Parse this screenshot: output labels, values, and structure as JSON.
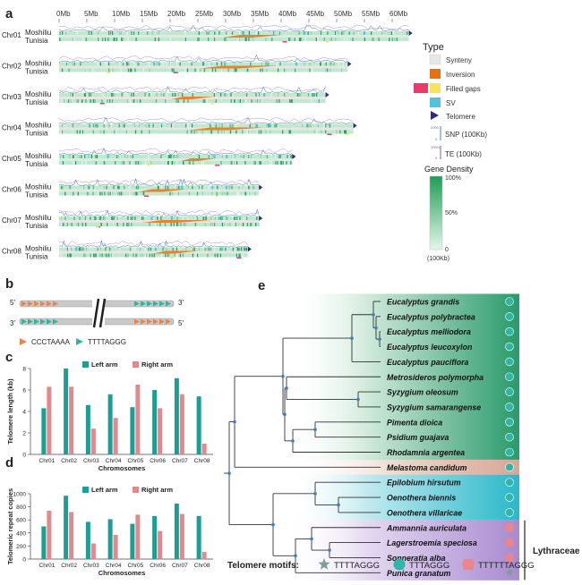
{
  "panels": {
    "a": "a",
    "b": "b",
    "c": "c",
    "d": "d",
    "e": "e"
  },
  "panel_a": {
    "mb_ticks": [
      "0Mb",
      "5Mb",
      "10Mb",
      "15Mb",
      "20Mb",
      "25Mb",
      "30Mb",
      "35Mb",
      "40Mb",
      "45Mb",
      "50Mb",
      "55Mb",
      "60Mb"
    ],
    "tick_values": [
      0,
      5,
      10,
      15,
      20,
      25,
      30,
      35,
      40,
      45,
      50,
      55,
      60
    ],
    "sample_top": "Moshiliu",
    "sample_bottom": "Tunisia",
    "chromosomes": [
      {
        "name": "Chr01",
        "len": 63
      },
      {
        "name": "Chr02",
        "len": 52
      },
      {
        "name": "Chr03",
        "len": 48
      },
      {
        "name": "Chr04",
        "len": 53
      },
      {
        "name": "Chr05",
        "len": 42
      },
      {
        "name": "Chr06",
        "len": 36
      },
      {
        "name": "Chr07",
        "len": 36
      },
      {
        "name": "Chr08",
        "len": 34
      }
    ],
    "legend": {
      "title": "Type",
      "synteny": "Synteny",
      "inversion": "Inversion",
      "filled_gaps": "Filled gaps",
      "sv": "SV",
      "telomere": "Telomere",
      "snp_label": "SNP  (100Kb)",
      "snp_max": "2000",
      "snp_min": "0",
      "te_label": "TE  (100Kb)",
      "te_max": "100%",
      "te_min": "0",
      "density_title": "Gene Density",
      "density_100": "100%",
      "density_50": "50%",
      "density_0": "0",
      "density_unit": "(100Kb)"
    },
    "colors": {
      "synteny": "#e6e6e6",
      "inversion": "#e9700f",
      "gap_red": "#ea3a6a",
      "gap_yellow": "#f6e55a",
      "sv": "#4cc6d8",
      "telomere": "#2a2a86",
      "density_high": "#1f9d55",
      "density_low": "#d8f3e2"
    }
  },
  "panel_b": {
    "prime5_left": "5′",
    "prime3_right": "3′",
    "prime3_left": "3′",
    "prime5_right": "5′",
    "motif1": "CCCTAAAA",
    "motif2": "TTTTAGGG",
    "color1": "#e9854a",
    "color2": "#2bb69f"
  },
  "chart_data": [
    {
      "type": "bar",
      "title": "",
      "xlabel": "Chromosomes",
      "ylabel": "Telomere length (kb)",
      "ylim": [
        0,
        8
      ],
      "yticks": [
        0,
        2,
        4,
        6,
        8
      ],
      "categories": [
        "Chr01",
        "Chr02",
        "Chr03",
        "Chr04",
        "Chr05",
        "Chr06",
        "Chr07",
        "Chr08"
      ],
      "series": [
        {
          "name": "Left arm",
          "color": "#1b9e96",
          "values": [
            4.3,
            8.0,
            4.6,
            5.6,
            4.4,
            6.0,
            7.1,
            5.4
          ]
        },
        {
          "name": "Right arm",
          "color": "#e08a8e",
          "values": [
            6.3,
            6.3,
            2.4,
            3.4,
            6.5,
            4.3,
            5.6,
            1.0
          ]
        }
      ]
    },
    {
      "type": "bar",
      "title": "",
      "xlabel": "Chromosomes",
      "ylabel": "Telomeric repeat copies",
      "ylim": [
        0,
        1000
      ],
      "yticks": [
        0,
        200,
        400,
        600,
        800,
        1000
      ],
      "categories": [
        "Chr01",
        "Chr02",
        "Chr03",
        "Chr04",
        "Chr05",
        "Chr06",
        "Chr07",
        "Chr08"
      ],
      "series": [
        {
          "name": "Left arm",
          "color": "#1b9e96",
          "values": [
            500,
            970,
            570,
            610,
            540,
            660,
            850,
            660
          ]
        },
        {
          "name": "Right arm",
          "color": "#e08a8e",
          "values": [
            740,
            720,
            240,
            370,
            680,
            430,
            690,
            110
          ]
        }
      ]
    }
  ],
  "panel_e": {
    "species": [
      {
        "name": "Eucalyptus grandis",
        "motif": "circle"
      },
      {
        "name": "Eucalyptus polybractea",
        "motif": "circle"
      },
      {
        "name": "Eucalyptus melliodora",
        "motif": "circle"
      },
      {
        "name": "Eucalyptus leucoxylon",
        "motif": "circle"
      },
      {
        "name": "Eucalyptus pauciflora",
        "motif": "circle"
      },
      {
        "name": "Metrosideros polymorpha",
        "motif": "circle"
      },
      {
        "name": "Syzygium oleosum",
        "motif": "circle"
      },
      {
        "name": "Syzygium samarangense",
        "motif": "circle"
      },
      {
        "name": "Pimenta dioica",
        "motif": "circle"
      },
      {
        "name": "Psidium guajava",
        "motif": "circle"
      },
      {
        "name": "Rhodamnia argentea",
        "motif": "circle"
      },
      {
        "name": "Melastoma candidum",
        "motif": "circle"
      },
      {
        "name": "Epilobium hirsutum",
        "motif": "circle"
      },
      {
        "name": "Oenothera biennis",
        "motif": "circle"
      },
      {
        "name": "Oenothera villaricae",
        "motif": "circle"
      },
      {
        "name": "Ammannia auriculata",
        "motif": "hexagon"
      },
      {
        "name": "Lagerstroemia speciosa",
        "motif": "hexagon"
      },
      {
        "name": "Sonneratia alba",
        "motif": "hexagon"
      },
      {
        "name": "Punica granatum",
        "motif": "star"
      }
    ],
    "family_label": "Lythraceae",
    "motif_title": "Telomere motifs:",
    "motifs": [
      {
        "shape": "star",
        "label": "TTTTAGGG",
        "color": "#7f9e94"
      },
      {
        "shape": "circle",
        "label": "TTTAGGG",
        "color": "#2fb6a6"
      },
      {
        "shape": "hexagon",
        "label": "TTTTTTAGGG",
        "color": "#e8868c"
      }
    ],
    "group_colors": {
      "myrtaceae": "#2a9a6a",
      "melastoma": "#d9b3a3",
      "onagraceae": "#2ab8c9",
      "lythraceae": "#a98ad0"
    }
  }
}
